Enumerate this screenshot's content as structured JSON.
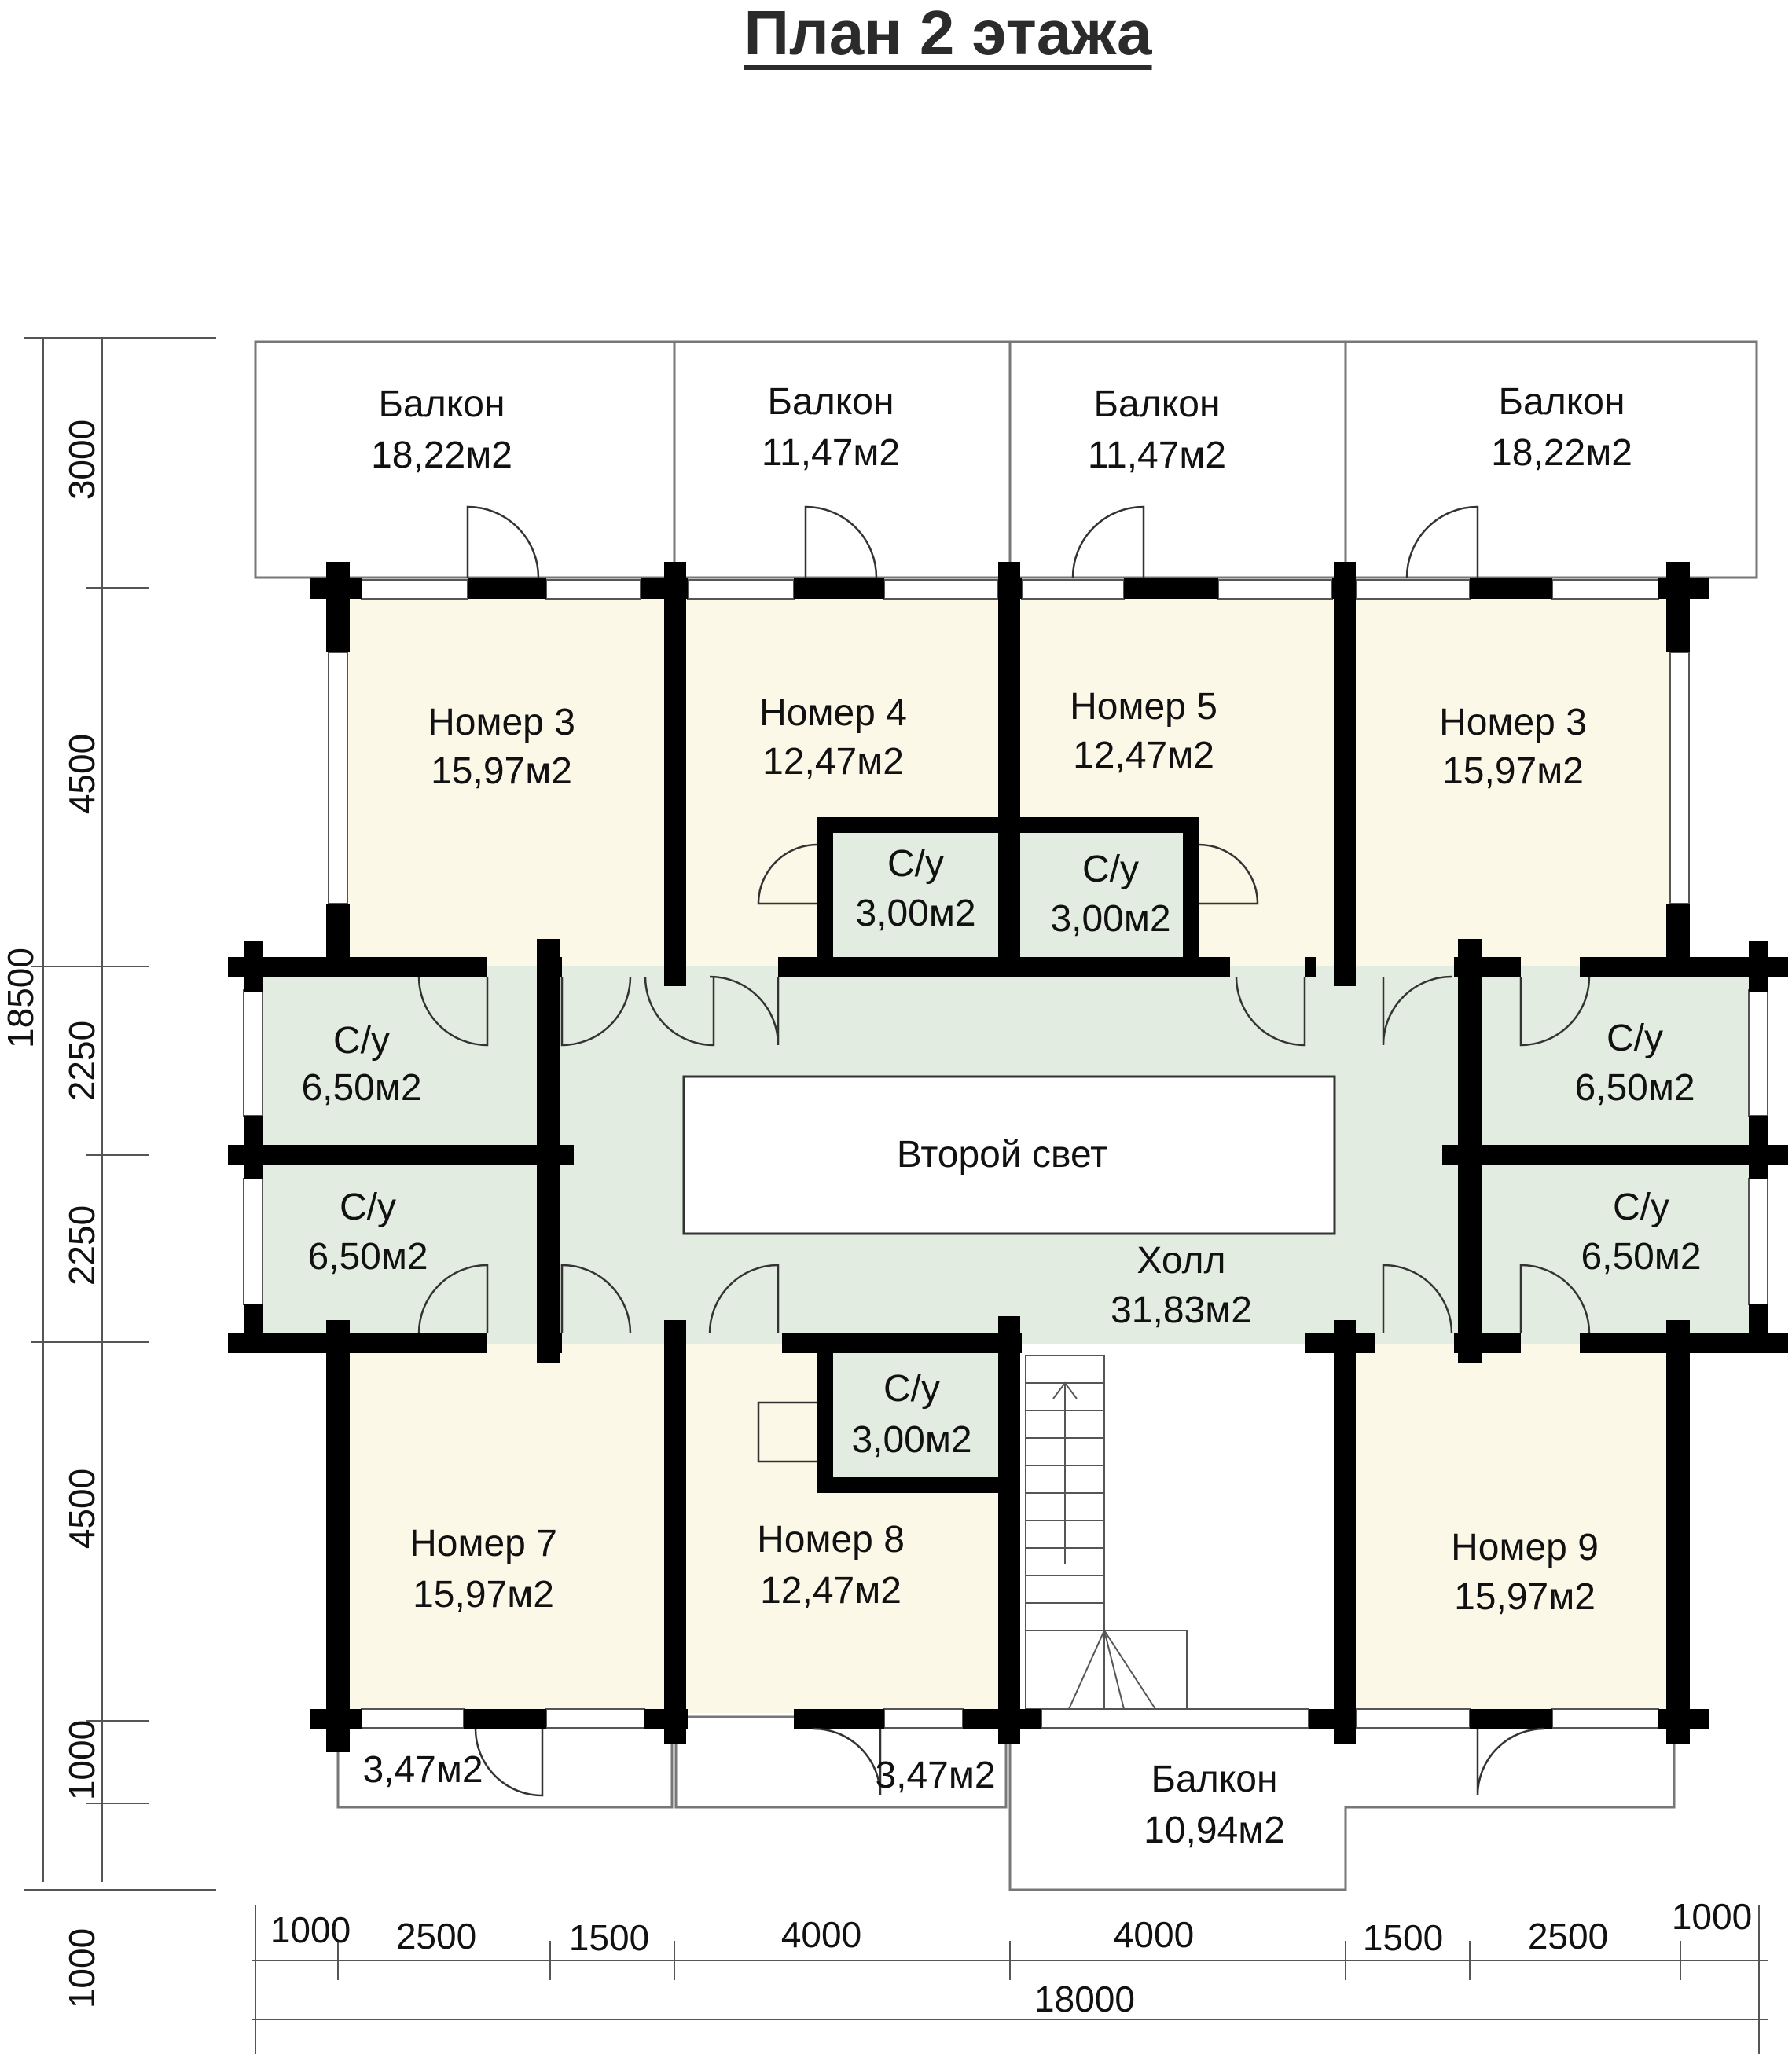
{
  "title": "План 2 этажа",
  "rooms": {
    "balcony_1": {
      "name": "Балкон",
      "area": "18,22м2"
    },
    "balcony_2": {
      "name": "Балкон",
      "area": "11,47м2"
    },
    "balcony_3": {
      "name": "Балкон",
      "area": "11,47м2"
    },
    "balcony_4": {
      "name": "Балкон",
      "area": "18,22м2"
    },
    "room_top_1": {
      "name": "Номер 3",
      "area": "15,97м2"
    },
    "room_top_2": {
      "name": "Номер 4",
      "area": "12,47м2"
    },
    "room_top_3": {
      "name": "Номер 5",
      "area": "12,47м2"
    },
    "room_top_4": {
      "name": "Номер 3",
      "area": "15,97м2"
    },
    "wc_top_left": {
      "name": "С/у",
      "area": "3,00м2"
    },
    "wc_top_right": {
      "name": "С/у",
      "area": "3,00м2"
    },
    "wc_left_1": {
      "name": "С/у",
      "area": "6,50м2"
    },
    "wc_left_2": {
      "name": "С/у",
      "area": "6,50м2"
    },
    "wc_right_1": {
      "name": "С/у",
      "area": "6,50м2"
    },
    "wc_right_2": {
      "name": "С/у",
      "area": "6,50м2"
    },
    "second_light": {
      "name": "Второй свет"
    },
    "hall": {
      "name": "Холл",
      "area": "31,83м2"
    },
    "wc_bottom": {
      "name": "С/у",
      "area": "3,00м2"
    },
    "room_bottom_1": {
      "name": "Номер 7",
      "area": "15,97м2"
    },
    "room_bottom_2": {
      "name": "Номер 8",
      "area": "12,47м2"
    },
    "room_bottom_3": {
      "name": "Номер 9",
      "area": "15,97м2"
    },
    "small_balcony_1": {
      "area": "3,47м2"
    },
    "small_balcony_2": {
      "area": "3,47м2"
    },
    "balcony_bottom": {
      "name": "Балкон",
      "area": "10,94м2"
    }
  },
  "dimensions": {
    "left": [
      "3000",
      "4500",
      "2250",
      "2250",
      "4500",
      "1000",
      "1000"
    ],
    "left_total": "18500",
    "bottom": [
      "1000",
      "2500",
      "1500",
      "4000",
      "4000",
      "1500",
      "2500",
      "1000"
    ],
    "bottom_total": "18000"
  },
  "colors": {
    "living_room_fill": "#fcf8e8",
    "wet_area_fill": "#e2ece0",
    "wall": "#000000",
    "dim_line": "#555555"
  }
}
